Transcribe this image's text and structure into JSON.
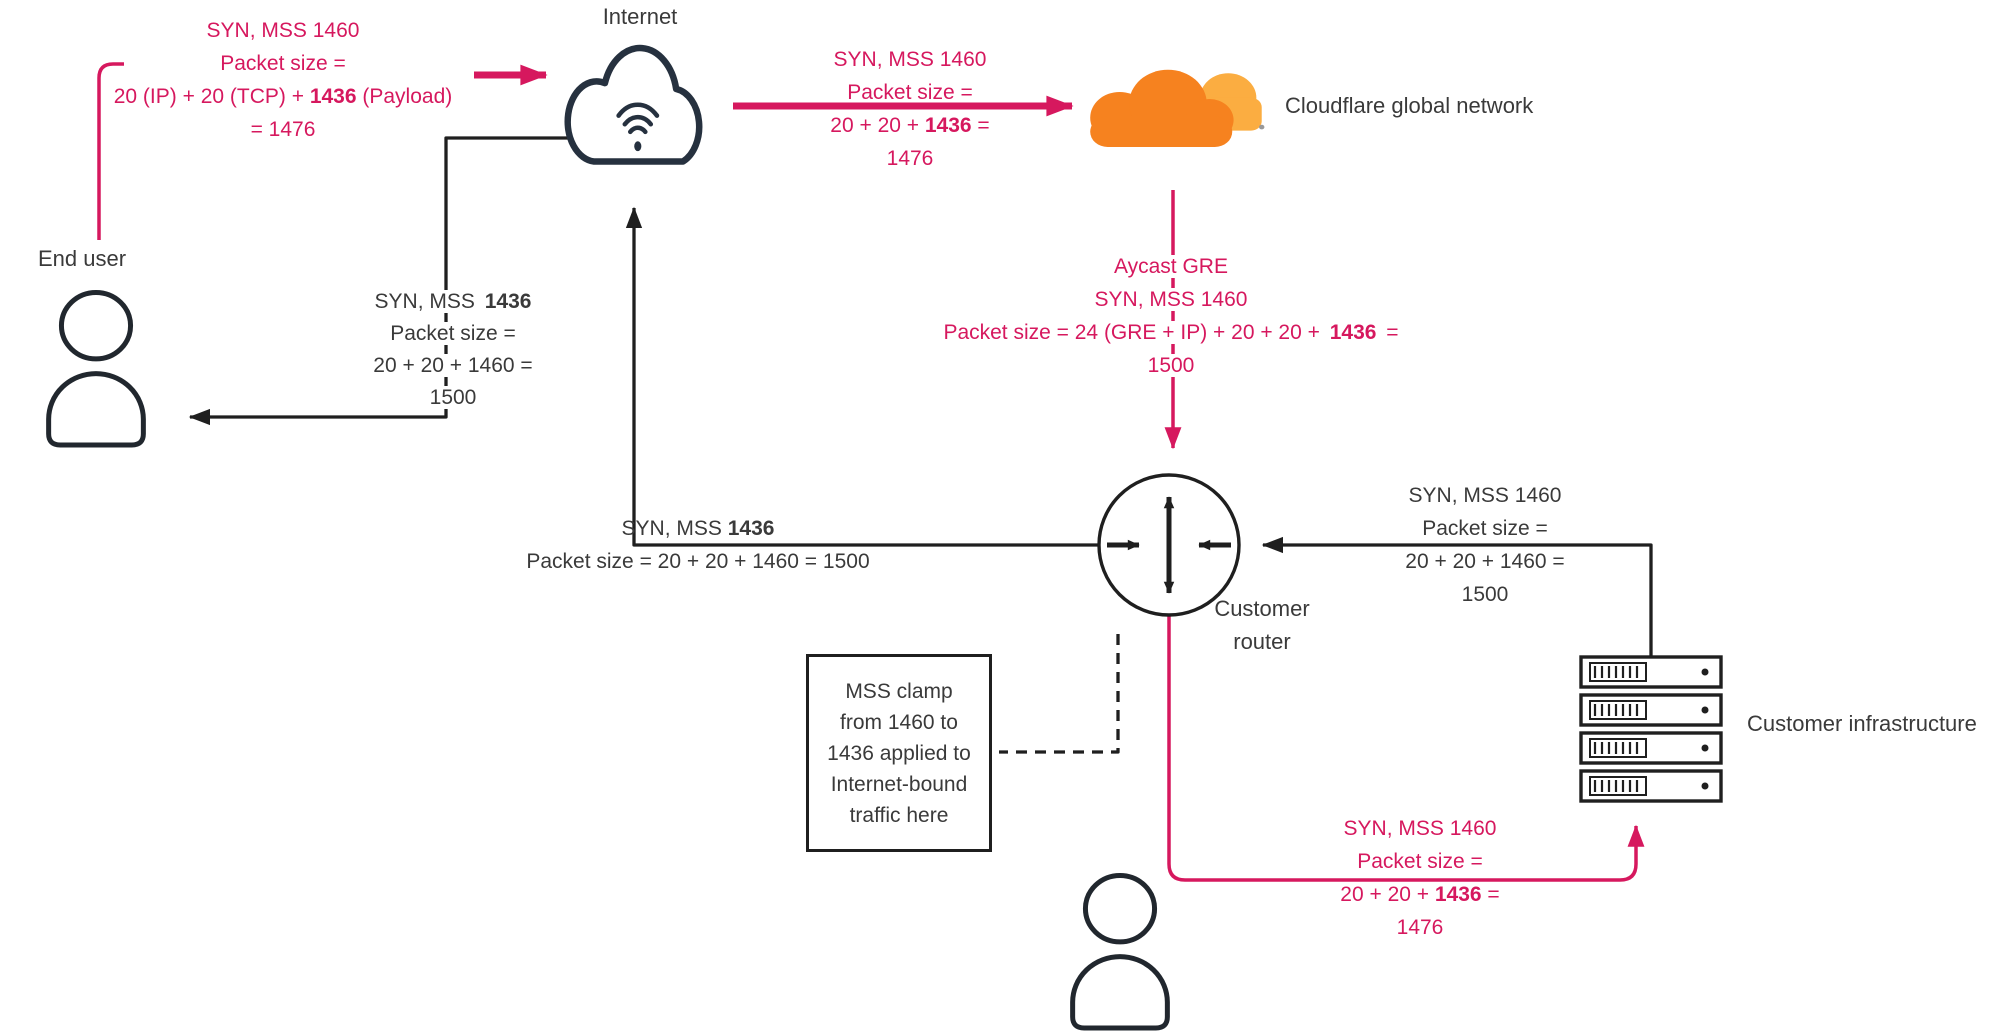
{
  "colors": {
    "pink": "#d6185e",
    "ink": "#3a3a3a",
    "line": "#1f1f1f",
    "navy": "#26313f",
    "orange": "#f6821f",
    "orangeLight": "#fbad41"
  },
  "nodes": {
    "internet": {
      "label": "Internet"
    },
    "cloudflare": {
      "label": "Cloudflare global network"
    },
    "end_user": {
      "label": "End user"
    },
    "router": {
      "line1": "Customer",
      "line2": "router"
    },
    "infrastructure": {
      "label": "Customer infrastructure"
    }
  },
  "annotations": {
    "user_to_internet": {
      "l1": "SYN, MSS 1460",
      "l2": "Packet size =",
      "l3a": "20 (IP) + 20 (TCP) + ",
      "l3b": "1436",
      "l3c": " (Payload)",
      "l4": "= 1476"
    },
    "internet_to_cloudflare": {
      "l1": "SYN, MSS 1460",
      "l2": "Packet size =",
      "l3a": "20 + 20 + ",
      "l3b": "1436",
      "l3c": " =",
      "l4": "1476"
    },
    "cloudflare_to_router": {
      "l1": "Aycast GRE",
      "l2": "SYN, MSS 1460",
      "l3a": "Packet size = 24 (GRE + IP) + 20 + 20 + ",
      "l3b": "1436",
      "l3c": " =",
      "l4": "1500"
    },
    "internet_to_user": {
      "l1a": "SYN, MSS ",
      "l1b": "1436",
      "l2": "Packet size =",
      "l3": "20 + 20 + 1460 =",
      "l4": "1500"
    },
    "router_to_internet": {
      "l1a": "SYN, MSS ",
      "l1b": "1436",
      "l2": "Packet size = 20 + 20 + 1460 = 1500"
    },
    "infra_to_router": {
      "l1": "SYN, MSS 1460",
      "l2": "Packet size =",
      "l3": "20 + 20 + 1460 =",
      "l4": "1500"
    },
    "router_to_infra": {
      "l1": "SYN, MSS 1460",
      "l2": "Packet size =",
      "l3a": "20 + 20 + ",
      "l3b": "1436",
      "l3c": " =",
      "l4": "1476"
    },
    "mss_note": {
      "l1": "MSS clamp",
      "l2": "from 1460 to",
      "l3": "1436 applied to",
      "l4": "Internet-bound",
      "l5": "traffic here"
    }
  }
}
